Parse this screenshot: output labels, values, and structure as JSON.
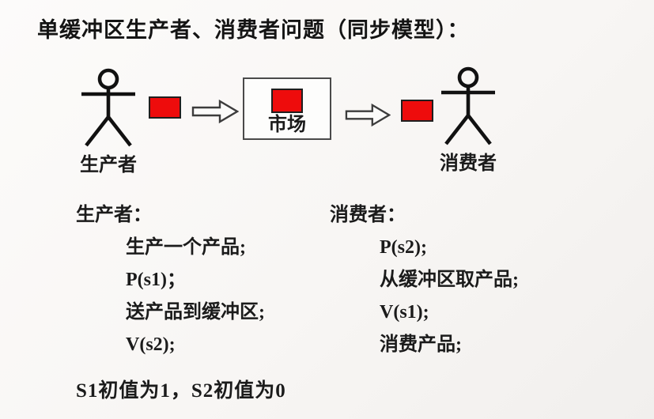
{
  "title": "单缓冲区生产者、消费者问题（同步模型）：",
  "colors": {
    "product_red": "#ee0c0c",
    "outline_dark": "#1f1f1f",
    "box_border": "#4a4a4a",
    "text": "#1b1b1b"
  },
  "diagram": {
    "producer_label": "生产者",
    "consumer_label": "消费者",
    "buffer_label": "市场"
  },
  "producer_code": {
    "header": "生产者：",
    "lines": [
      "生产一个产品;",
      "P(s1)；",
      "送产品到缓冲区;",
      "V(s2);"
    ]
  },
  "consumer_code": {
    "header": "消费者：",
    "lines": [
      "P(s2);",
      "从缓冲区取产品;",
      "V(s1);",
      "消费产品;"
    ]
  },
  "footnote": "S1初值为1，S2初值为0"
}
